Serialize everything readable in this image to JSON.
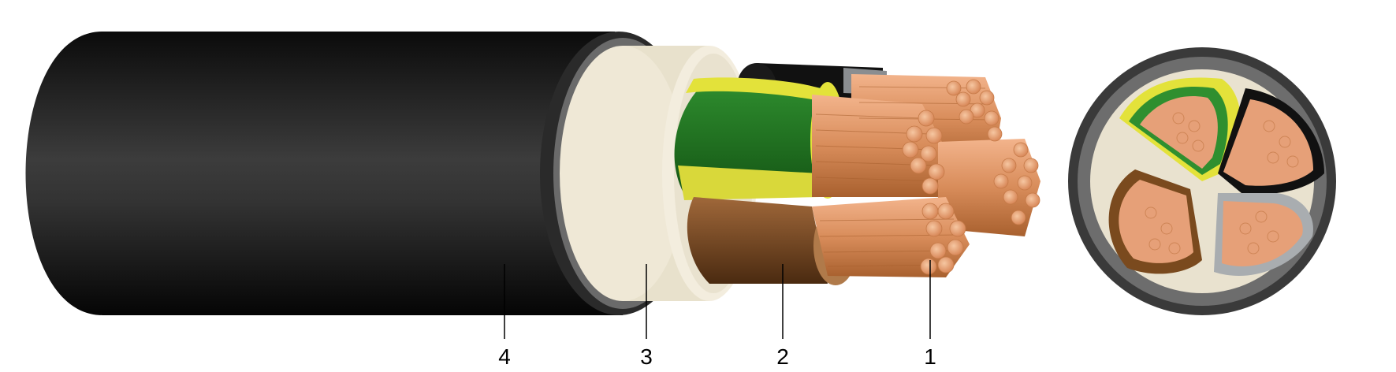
{
  "callouts": [
    {
      "number": "4",
      "part": "outer-sheath"
    },
    {
      "number": "3",
      "part": "filler"
    },
    {
      "number": "2",
      "part": "core-insulation"
    },
    {
      "number": "1",
      "part": "copper-conductor"
    }
  ],
  "colors": {
    "sheath": "#1a1a1a",
    "sheath_highlight": "#4a4a4a",
    "filler": "#efe8d6",
    "earth_green": "#1f7a1f",
    "earth_yellow": "#e3e23a",
    "brown": "#7a4a1e",
    "black_core": "#111111",
    "grey_core": "#a9adb0",
    "copper": "#e6a078",
    "copper_dark": "#b8703e"
  }
}
